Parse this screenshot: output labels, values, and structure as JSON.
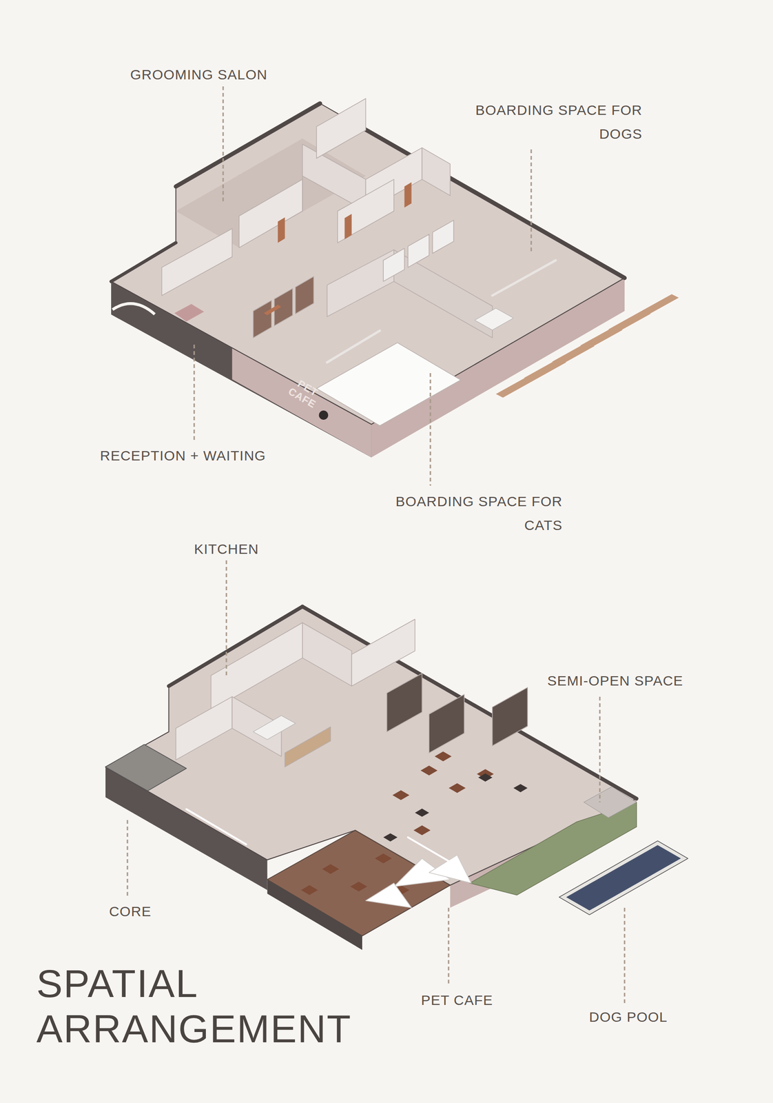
{
  "diagram": {
    "title": "SPATIAL ARRANGEMENT",
    "labels": [
      "GROOMING SALON",
      "BOARDING SPACE FOR DOGS",
      "PET CAFE",
      "RECEPTION + WAITING",
      "BOARDING SPACE FOR CATS",
      "KITCHEN",
      "SEMI-OPEN SPACE",
      "CORE",
      "PET CAFE",
      "DOG POOL"
    ]
  }
}
